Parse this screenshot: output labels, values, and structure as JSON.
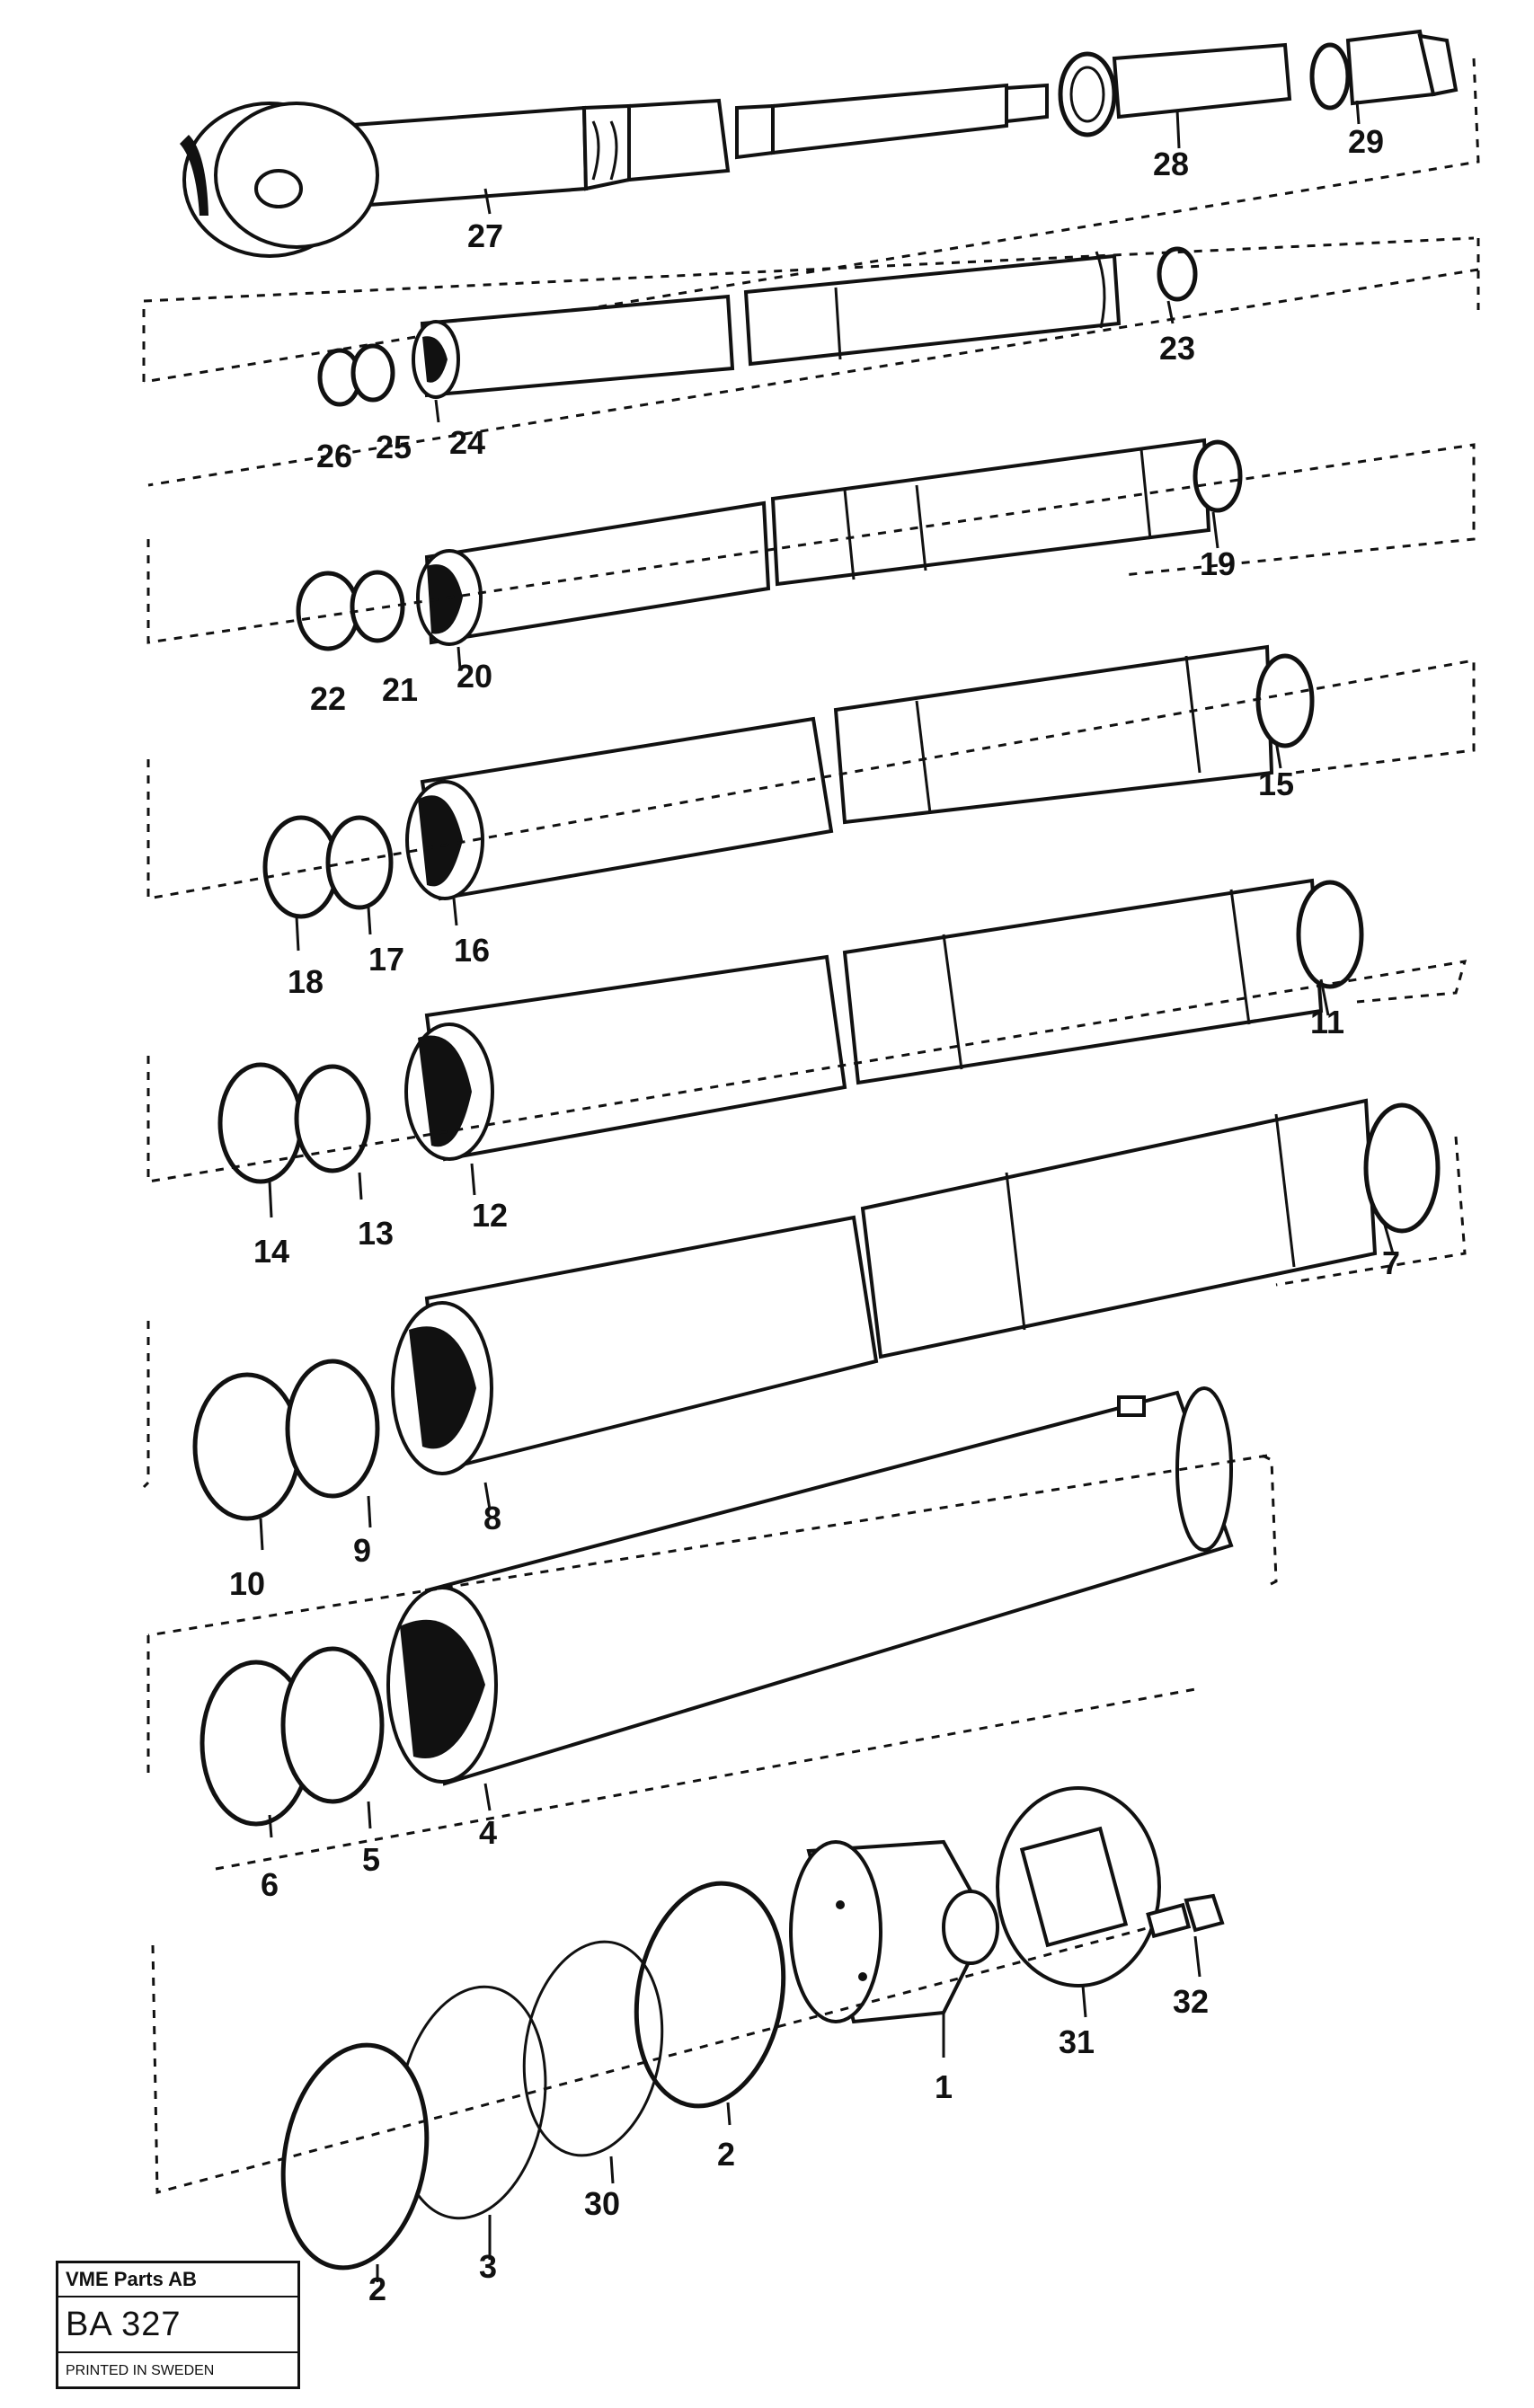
{
  "parts": {
    "p27": "27",
    "p28": "28",
    "p29": "29",
    "p23": "23",
    "p24": "24",
    "p25": "25",
    "p26": "26",
    "p19": "19",
    "p20": "20",
    "p21": "21",
    "p22": "22",
    "p15": "15",
    "p16": "16",
    "p17": "17",
    "p18": "18",
    "p11": "11",
    "p12": "12",
    "p13": "13",
    "p14": "14",
    "p7": "7",
    "p8": "8",
    "p9": "9",
    "p10": "10",
    "p4": "4",
    "p5": "5",
    "p6": "6",
    "p1": "1",
    "p2a": "2",
    "p2b": "2",
    "p3": "3",
    "p30": "30",
    "p31": "31",
    "p32": "32"
  },
  "stamp": {
    "company": "VME Parts AB",
    "code": "BA 327",
    "printed": "PRINTED IN SWEDEN"
  }
}
